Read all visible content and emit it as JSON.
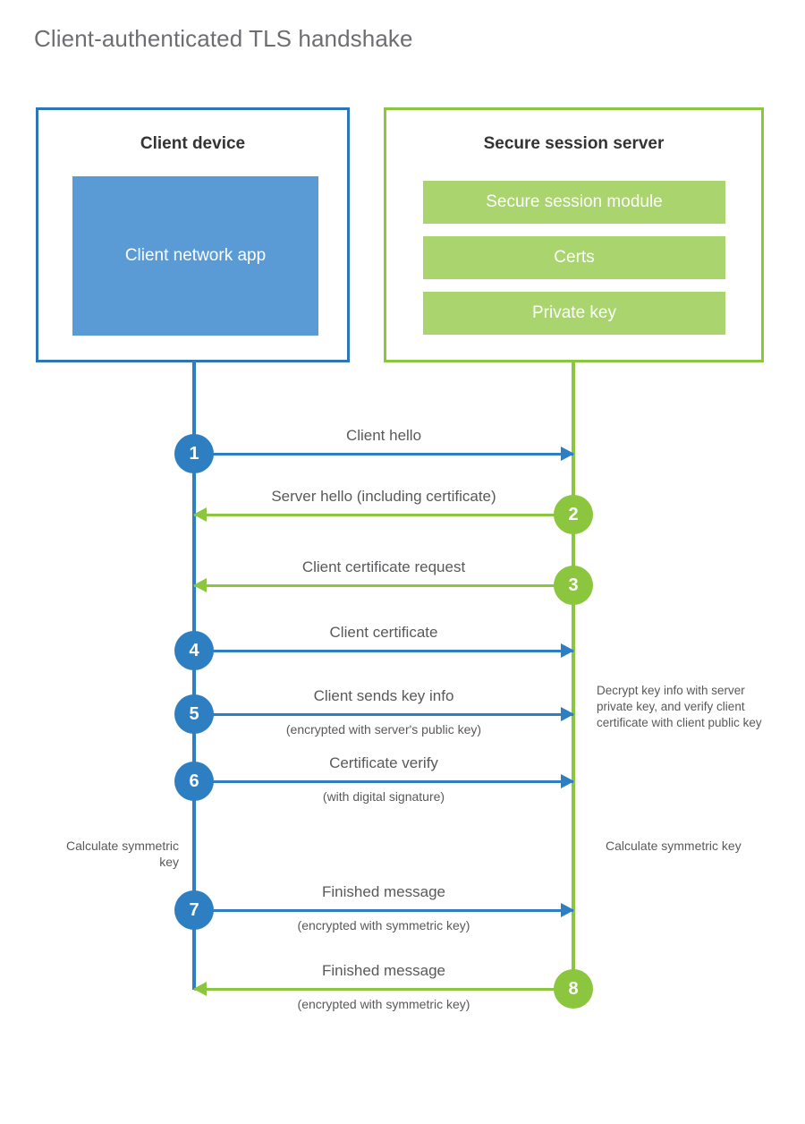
{
  "title": "Client-authenticated TLS handshake",
  "colors": {
    "client_border": "#2e75b6",
    "client_fill": "#5b9bd5",
    "client_line": "#2e7fc1",
    "server_border": "#8cc63f",
    "server_fill": "#a9d46e",
    "server_line": "#8cc63f",
    "title_text": "#6d6e71",
    "body_text": "#58595b",
    "background": "#ffffff"
  },
  "client": {
    "title": "Client device",
    "app_label": "Client network app"
  },
  "server": {
    "title": "Secure session server",
    "components": [
      {
        "label": "Secure session module"
      },
      {
        "label": "Certs"
      },
      {
        "label": "Private key"
      }
    ]
  },
  "steps": [
    {
      "number": "1",
      "label": "Client hello",
      "sublabel": "",
      "direction": "client-to-server",
      "color": "blue"
    },
    {
      "number": "2",
      "label": "Server hello (including certificate)",
      "sublabel": "",
      "direction": "server-to-client",
      "color": "green"
    },
    {
      "number": "3",
      "label": "Client certificate request",
      "sublabel": "",
      "direction": "server-to-client",
      "color": "green"
    },
    {
      "number": "4",
      "label": "Client certificate",
      "sublabel": "",
      "direction": "client-to-server",
      "color": "blue"
    },
    {
      "number": "5",
      "label": "Client sends key info",
      "sublabel": "(encrypted with server's public key)",
      "direction": "client-to-server",
      "color": "blue"
    },
    {
      "number": "6",
      "label": "Certificate verify",
      "sublabel": "(with digital signature)",
      "direction": "client-to-server",
      "color": "blue"
    },
    {
      "number": "7",
      "label": "Finished message",
      "sublabel": "(encrypted with symmetric key)",
      "direction": "client-to-server",
      "color": "blue"
    },
    {
      "number": "8",
      "label": "Finished message",
      "sublabel": "(encrypted with symmetric key)",
      "direction": "server-to-client",
      "color": "green"
    }
  ],
  "notes": {
    "server_decrypt": "Decrypt key info with server private key, and verify client certificate with client public key",
    "client_calculate": "Calculate symmetric key",
    "server_calculate": "Calculate symmetric key"
  }
}
